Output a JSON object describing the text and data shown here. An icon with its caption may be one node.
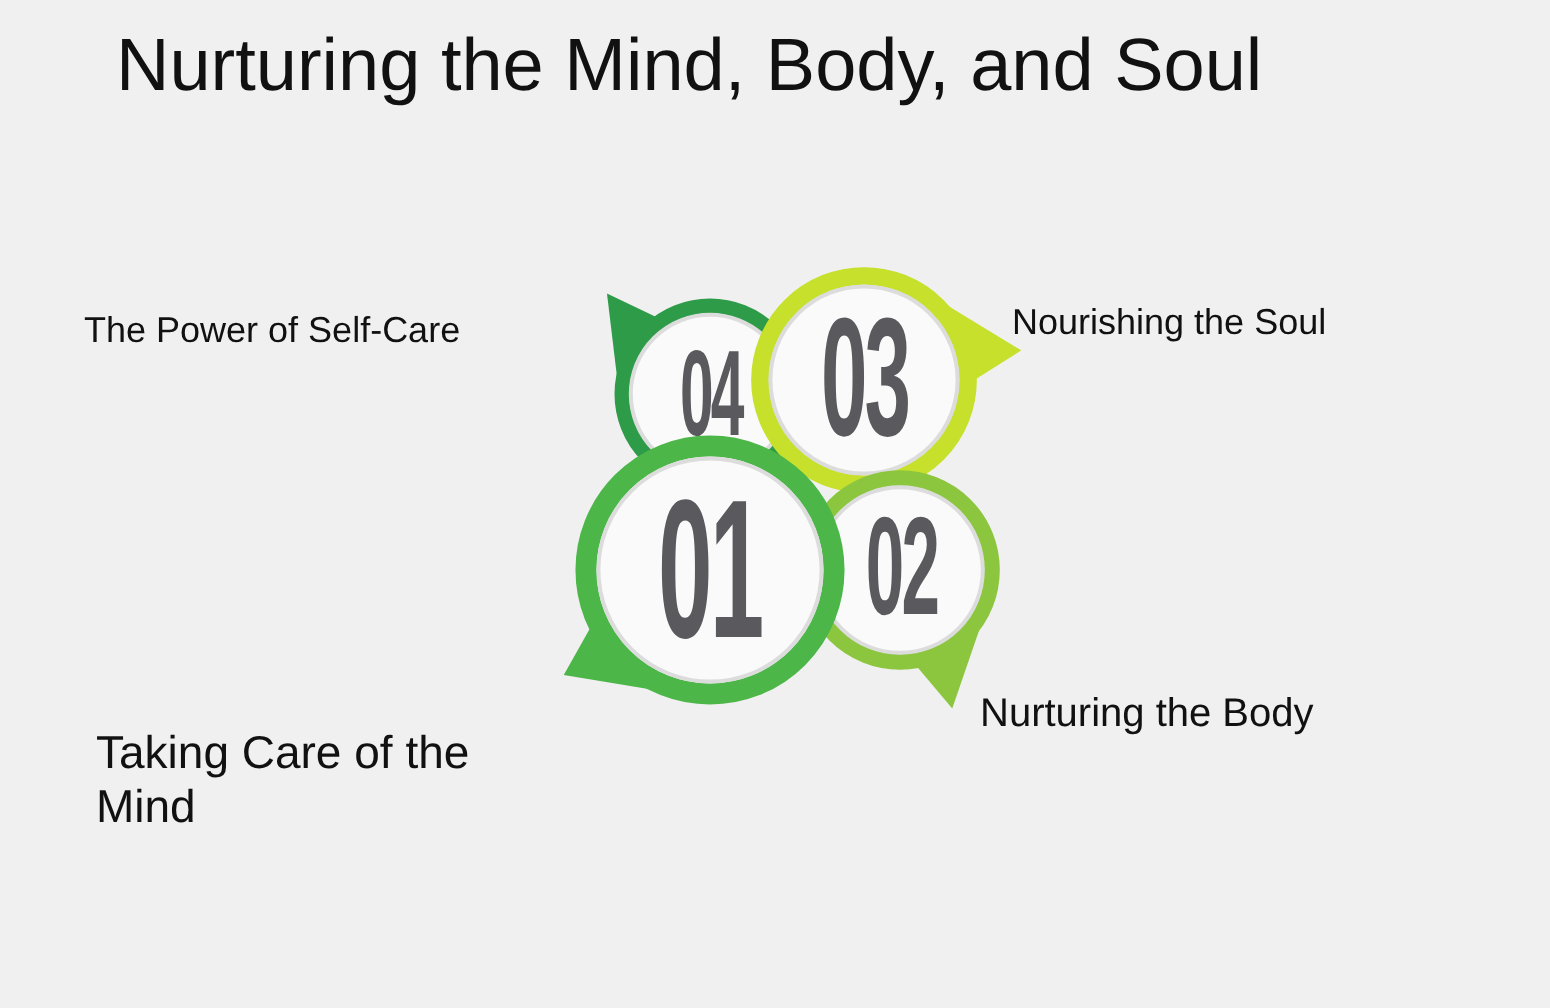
{
  "diagram": {
    "title": "Nurturing the Mind, Body, and Soul",
    "nodes": [
      {
        "text": [
          "04"
        ]
      },
      {
        "text": [
          "03"
        ]
      },
      {
        "text": [
          "01"
        ]
      },
      {
        "text": [
          "02"
        ]
      }
    ],
    "labels": [
      "The Power of Self-Care",
      "Nourishing the Soul",
      "Nurturing the Body",
      "Taking Care of the Mind"
    ]
  }
}
